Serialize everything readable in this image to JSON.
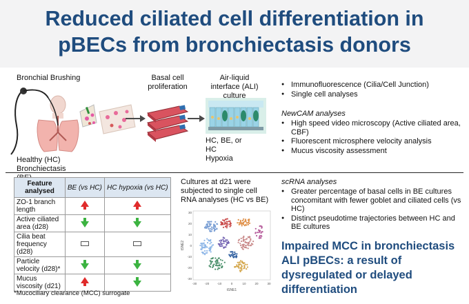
{
  "title": {
    "line1": "Reduced ciliated cell differentiation in",
    "line2": "pBECs from bronchiectasis donors"
  },
  "workflow": {
    "step1": "Bronchial Brushing",
    "step2_line1": "Basal cell",
    "step2_line2": "proliferation",
    "step3_line1": "Air-liquid",
    "step3_line2": "interface (ALI)",
    "step3_line3": "culture",
    "donor_line1": "Healthy (HC)",
    "donor_line2": "Bronchiectasis",
    "donor_line3": "(BE)",
    "cond_line1": "HC, BE, or",
    "cond_line2": "HC",
    "cond_line3": "Hypoxia"
  },
  "analyses_top": [
    "Immunofluorescence (Cilia/Cell Junction)",
    "Single cell analyses"
  ],
  "newcam": {
    "heading": "NewCAM analyses",
    "items": [
      "High speed video microscopy (Active ciliated area, CBF)",
      "Fluorescent microsphere velocity analysis",
      "Mucus viscosity assessment"
    ]
  },
  "table": {
    "headers": [
      "Feature analysed",
      "BE (vs HC)",
      "HC hypoxia (vs HC)"
    ],
    "rows": [
      {
        "label": "ZO-1 branch length",
        "be": "up",
        "hyp": "up"
      },
      {
        "label": "Active ciliated area (d28)",
        "be": "down",
        "hyp": "down"
      },
      {
        "label": "Cilia beat frequency (d28)",
        "be": "none",
        "hyp": "none"
      },
      {
        "label": "Particle velocity (d28)*",
        "be": "down",
        "hyp": "down"
      },
      {
        "label": "Mucus viscosity (d21)",
        "be": "up",
        "hyp": "down"
      }
    ],
    "footnote": "*Mucociliary clearance (MCC) surrogate"
  },
  "cultures": {
    "line1": "Cultures at d21 were",
    "line2": "subjected to single cell",
    "line3": "RNA analyses (HC vs BE)"
  },
  "plot": {
    "ylabel": "tSNE2",
    "xlabel": "tSNE1",
    "xticks": [
      "-30",
      "-20",
      "-10",
      "0",
      "10",
      "20",
      "30"
    ],
    "yticks": [
      "30",
      "20",
      "10",
      "0",
      "-10",
      "-20",
      "-30"
    ]
  },
  "scrna": {
    "heading": "scRNA analyses",
    "items": [
      "Greater percentage of basal cells in BE cultures concomitant with fewer goblet and ciliated cells (vs HC)",
      "Distinct pseudotime trajectories between HC and BE cultures"
    ]
  },
  "conclusion": {
    "line1": "Impaired MCC in bronchiectasis",
    "line2": "ALI pBECs: a result of",
    "line3": "dysregulated or delayed",
    "line4": "differentiation"
  },
  "colors": {
    "title": "#1f4c7e",
    "up": "#e02b2b",
    "down": "#3cb341",
    "header_bg": "#dce6f1"
  }
}
